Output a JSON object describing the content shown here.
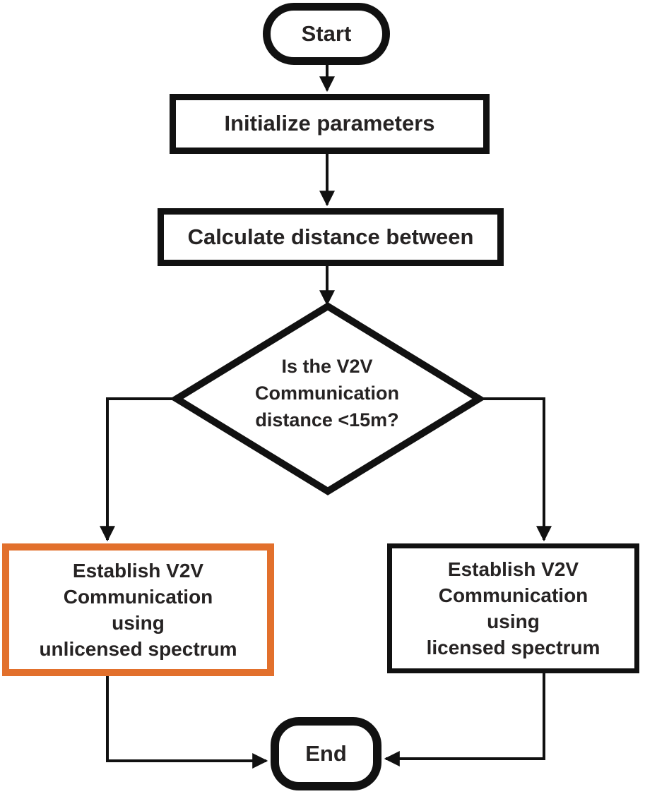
{
  "flowchart": {
    "nodes": {
      "start": {
        "type": "terminator",
        "label": "Start"
      },
      "initialize": {
        "type": "process",
        "label": "Initialize parameters"
      },
      "calculate": {
        "type": "process",
        "label": "Calculate distance between"
      },
      "decision": {
        "type": "decision",
        "label": "Is the V2V\nCommunication\ndistance <15m?"
      },
      "unlicensed": {
        "type": "process",
        "label": "Establish V2V\nCommunication\nusing\nunlicensed spectrum",
        "border_color": "#E2702C"
      },
      "licensed": {
        "type": "process",
        "label": "Establish V2V\nCommunication\nusing\nlicensed spectrum",
        "border_color": "#111111"
      },
      "end": {
        "type": "terminator",
        "label": "End"
      }
    },
    "edges": [
      {
        "from": "start",
        "to": "initialize"
      },
      {
        "from": "initialize",
        "to": "calculate"
      },
      {
        "from": "calculate",
        "to": "decision"
      },
      {
        "from": "decision",
        "to": "unlicensed",
        "branch": "yes-left"
      },
      {
        "from": "decision",
        "to": "licensed",
        "branch": "no-right"
      },
      {
        "from": "unlicensed",
        "to": "end"
      },
      {
        "from": "licensed",
        "to": "end"
      }
    ],
    "colors": {
      "line": "#111111",
      "text": "#262323",
      "highlight_border": "#E2702C",
      "background": "#FFFFFF"
    }
  }
}
